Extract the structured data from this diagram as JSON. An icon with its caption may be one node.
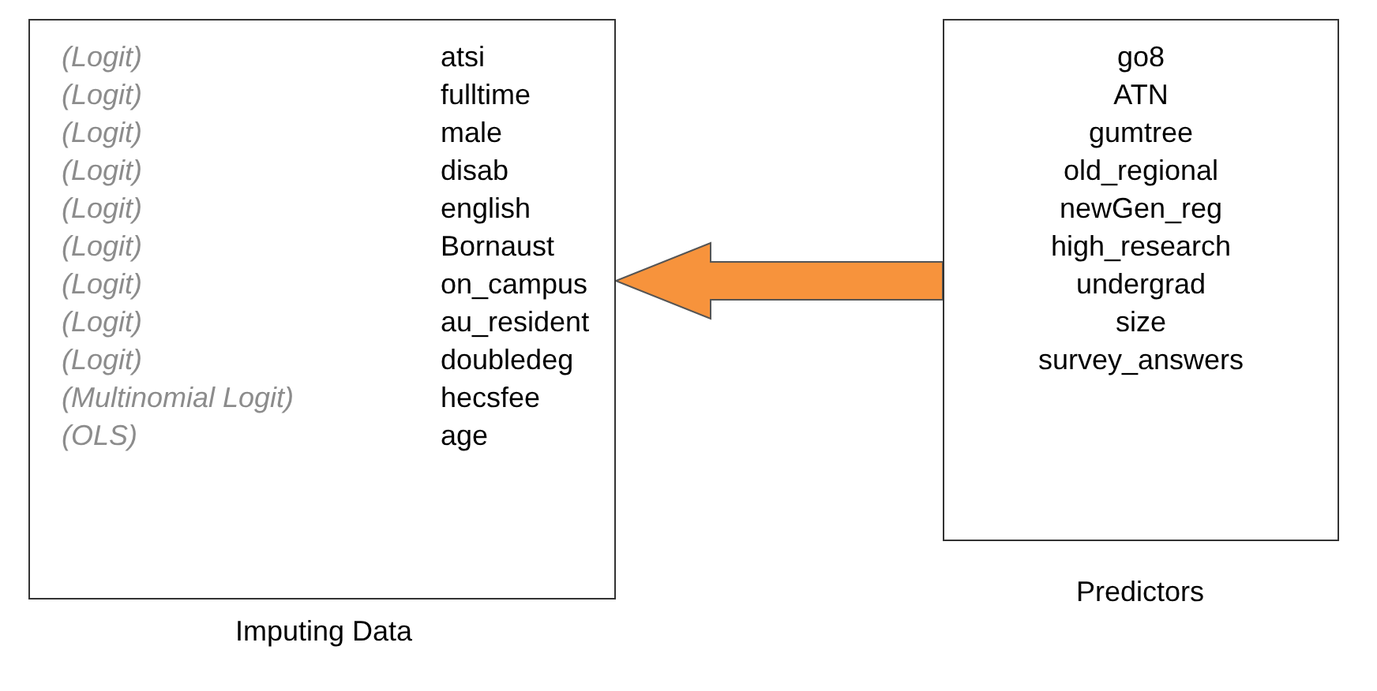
{
  "diagram": {
    "nodes": [
      {
        "text": [
          "(Logit)",
          "atsi",
          "(Logit)",
          "fulltime",
          "(Logit)",
          "male",
          "(Logit)",
          "disab",
          "(Logit)",
          "english",
          "(Logit)",
          "Bornaust",
          "(Logit)",
          "on_campus",
          "(Logit)",
          "au_resident",
          "(Logit)",
          "doubledeg",
          "(Multinomial Logit)",
          "hecsfee",
          "(OLS)",
          "age"
        ],
        "beside": [
          "Imputing Data"
        ]
      },
      {
        "text": [
          "go8",
          "ATN",
          "gumtree",
          "old_regional",
          "newGen_reg",
          "high_research",
          "undergrad",
          "size",
          "survey_answers"
        ],
        "beside": [
          "Predictors"
        ]
      }
    ],
    "edges": [
      {
        "from": 1,
        "to": 0,
        "arrow": "to"
      }
    ]
  }
}
